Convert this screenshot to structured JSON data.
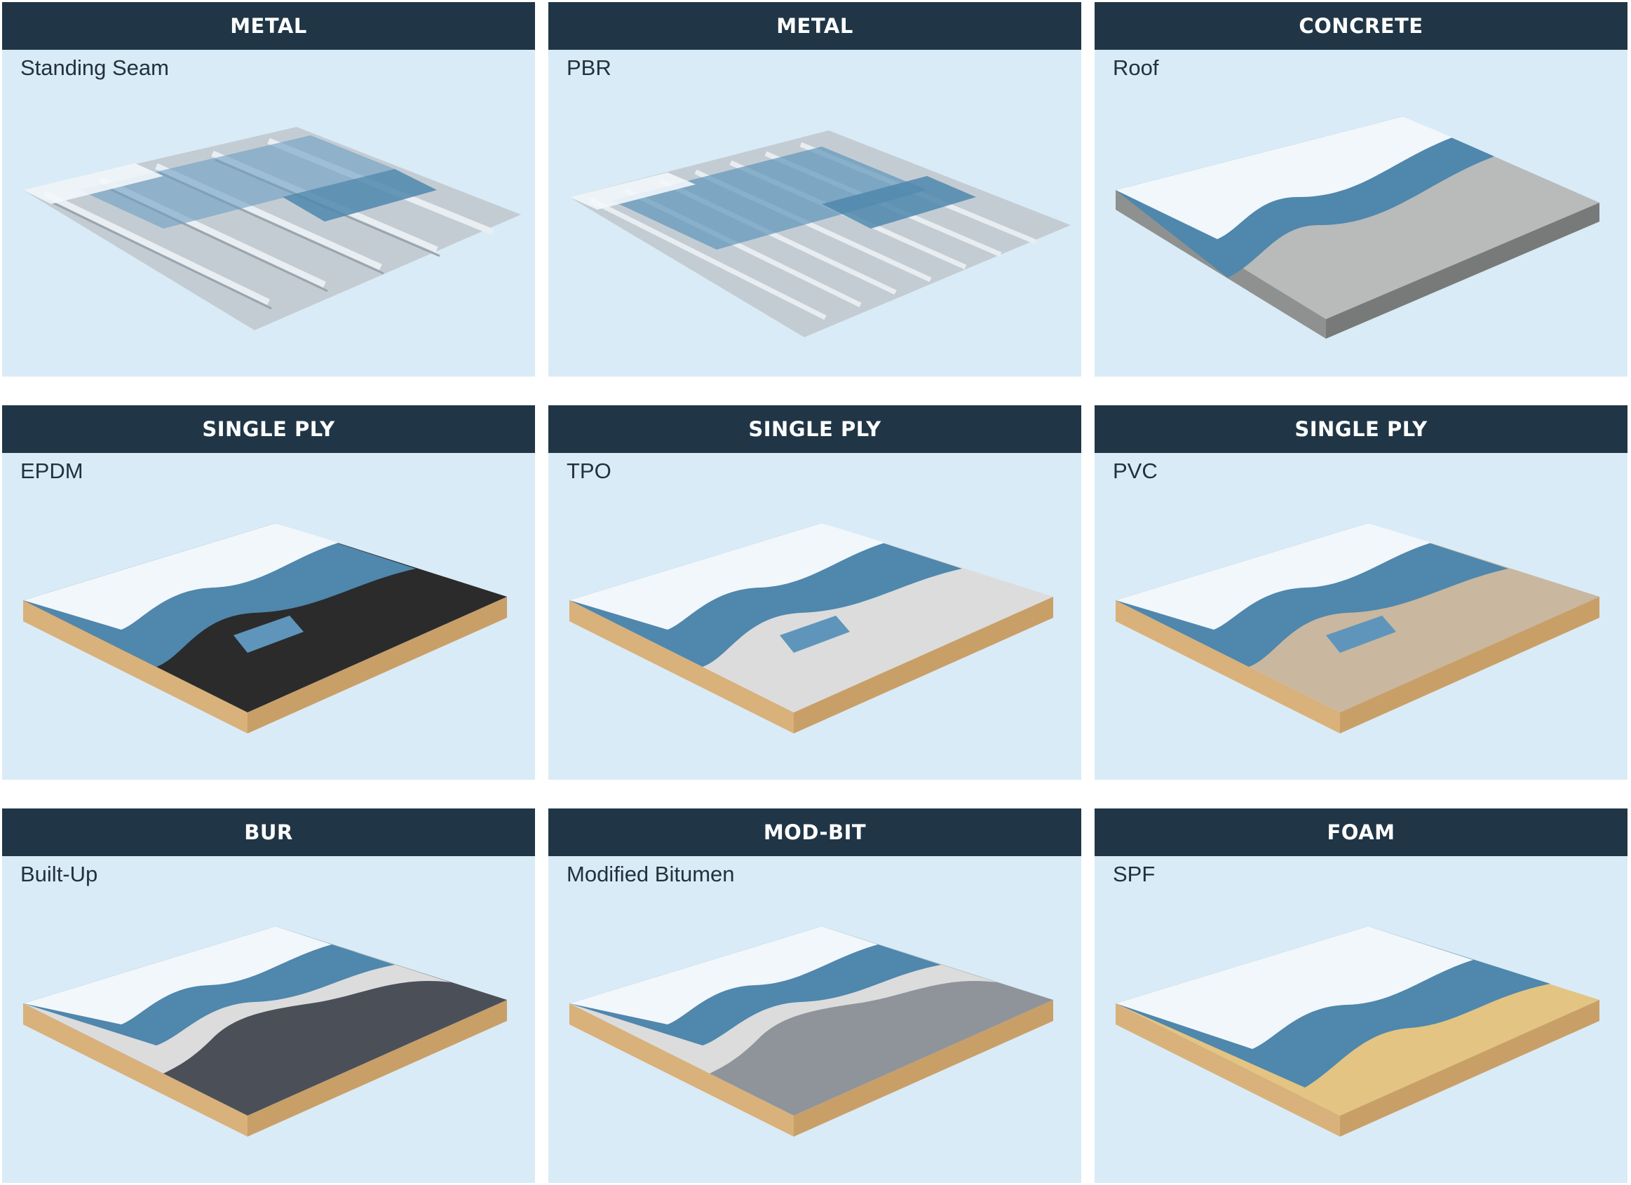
{
  "cards": [
    {
      "category": "METAL",
      "subtype": "Standing Seam",
      "illustration": "standing-seam",
      "substrate_color": "#b9c2c9"
    },
    {
      "category": "METAL",
      "subtype": "PBR",
      "illustration": "pbr",
      "substrate_color": "#b9c2c9"
    },
    {
      "category": "CONCRETE",
      "subtype": "Roof",
      "illustration": "concrete",
      "substrate_color": "#a9acab"
    },
    {
      "category": "SINGLE PLY",
      "subtype": "EPDM",
      "illustration": "slab",
      "substrate_color": "#2b2b2c"
    },
    {
      "category": "SINGLE PLY",
      "subtype": "TPO",
      "illustration": "slab",
      "substrate_color": "#dcdcdc"
    },
    {
      "category": "SINGLE PLY",
      "subtype": "PVC",
      "illustration": "slab",
      "substrate_color": "#c9b79f"
    },
    {
      "category": "BUR",
      "subtype": "Built-Up",
      "illustration": "layered",
      "substrate_color": "#4b5058"
    },
    {
      "category": "MOD-BIT",
      "subtype": "Modified Bitumen",
      "illustration": "layered",
      "substrate_color": "#8f949a"
    },
    {
      "category": "FOAM",
      "subtype": "SPF",
      "illustration": "foam",
      "substrate_color": "#e3c482"
    }
  ],
  "colors": {
    "header_bg": "#203646",
    "card_bg": "#d9ebf6",
    "coating_blue": "#4f87ad",
    "topcoat_white": "#f2f7fb",
    "insulation_tan": "#d9b17a"
  }
}
